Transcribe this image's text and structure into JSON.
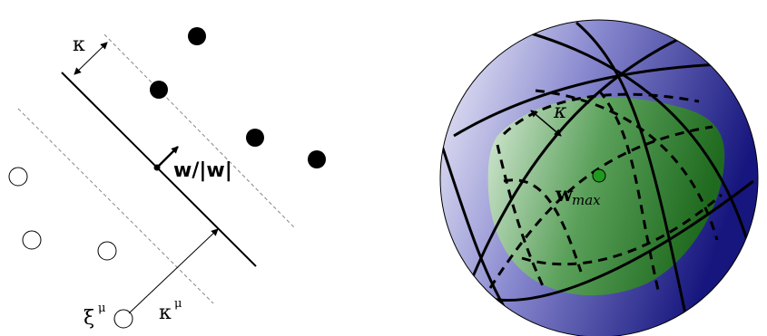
{
  "left_panel": {
    "kappa_label": "κ",
    "w_label": "w/|w|",
    "xi_label": "ξ",
    "xi_superscript": "μ",
    "kappa_mu_label": "κ",
    "kappa_mu_superscript": "μ"
  },
  "right_panel": {
    "kappa_label": "κ",
    "wmax_label": "w",
    "wmax_subscript": "max"
  },
  "colors": {
    "sphere_dark": "#1f1f8a",
    "sphere_light": "#e8e8f6",
    "region_dark": "#2c7a2c",
    "region_light": "#cfe6cf",
    "center_dot": "#1f9a1f"
  }
}
